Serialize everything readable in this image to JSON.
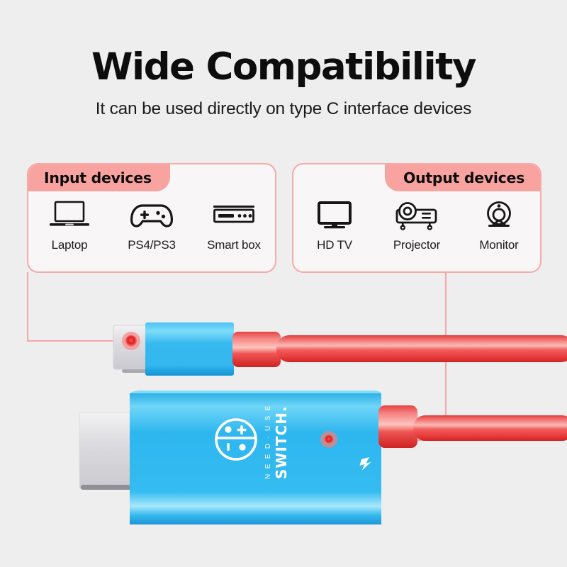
{
  "page": {
    "title": "Wide Compatibility",
    "subtitle": "It can be used directly on type C interface devices",
    "background_color": "#eeeeee",
    "accent_pink": "#f9a3a1",
    "card_border_color": "#f6aaa8",
    "cable_red": "#ef4b4b",
    "adapter_blue": "#2fb8ef"
  },
  "input_card": {
    "tab_label": "Input devices",
    "devices": [
      {
        "label": "Laptop",
        "icon": "laptop-icon"
      },
      {
        "label": "PS4/PS3",
        "icon": "gamepad-icon"
      },
      {
        "label": "Smart box",
        "icon": "smart-box-icon"
      }
    ]
  },
  "output_card": {
    "tab_label": "Output devices",
    "devices": [
      {
        "label": "HD TV",
        "icon": "tv-icon"
      },
      {
        "label": "Projector",
        "icon": "projector-icon"
      },
      {
        "label": "Monitor",
        "icon": "webcam-monitor-icon"
      }
    ]
  },
  "product": {
    "brand_line_1": "N E E D · U S E",
    "brand_line_2": "SWITCH.",
    "logo": "smiley-robot-logo",
    "usb_c_connector": "usb-c-connector",
    "hdmi_connector": "hdmi-connector",
    "led_indicator": "red-led-port",
    "charge_icon": "lightning-bolt-icon"
  }
}
